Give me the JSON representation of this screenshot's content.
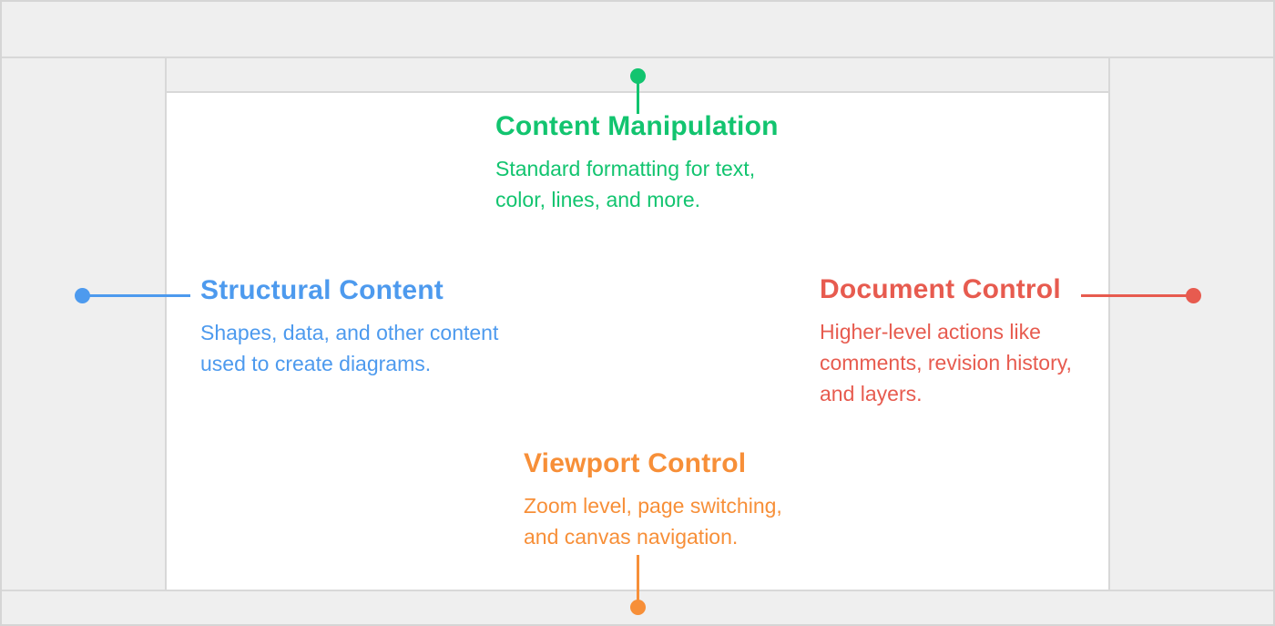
{
  "callouts": [
    {
      "id": "content-manipulation",
      "title": "Content Manipulation",
      "lines": [
        "Standard formatting for text,",
        "color, lines, and more."
      ],
      "color": "#12c46f",
      "points_to": "toolbar"
    },
    {
      "id": "structural-content",
      "title": "Structural Content",
      "lines": [
        "Shapes, data, and other content",
        "used to create diagrams."
      ],
      "color": "#4d9aee",
      "points_to": "left-panel"
    },
    {
      "id": "document-control",
      "title": "Document Control",
      "lines": [
        "Higher-level actions like",
        "comments, revision history,",
        "and layers."
      ],
      "color": "#e75b4f",
      "points_to": "right-panel"
    },
    {
      "id": "viewport-control",
      "title": "Viewport Control",
      "lines": [
        "Zoom level, page switching,",
        "and canvas navigation."
      ],
      "color": "#f78f38",
      "points_to": "bottom-bar"
    }
  ],
  "wireframe": {
    "colors": {
      "panel": "#efefef",
      "divider": "#d8d8d8",
      "canvas": "#ffffff"
    }
  }
}
